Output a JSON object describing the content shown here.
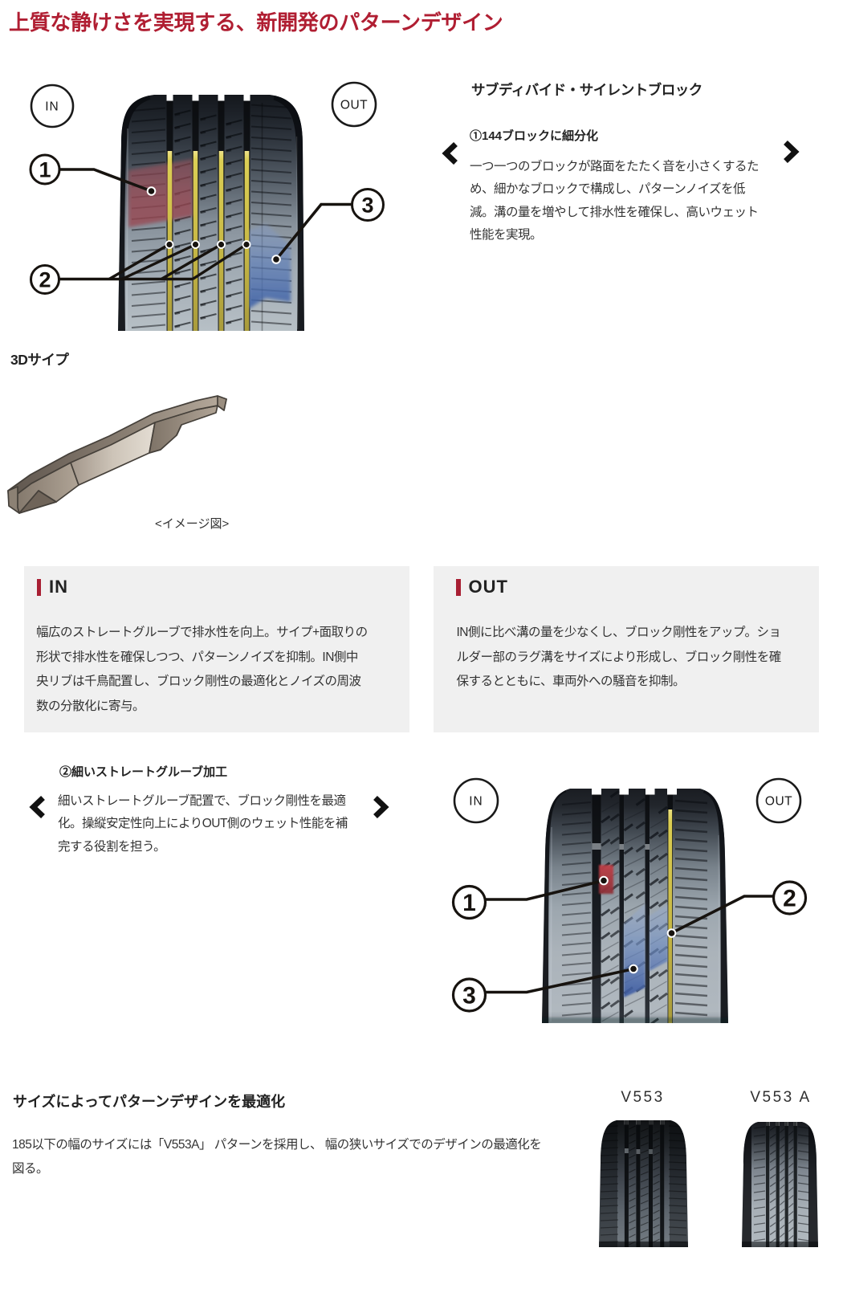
{
  "colors": {
    "accent_red": "#b01e32",
    "bar_red": "#a81f33",
    "box_gray": "#f0f0f0",
    "text_dark": "#222222",
    "text_body": "#333333",
    "highlight_red_patch": "#a85560",
    "highlight_blue_patch": "#4a69a8",
    "highlight_yellow_groove": "#cdbf4a"
  },
  "title": "上質な静けさを実現する、新開発のパターンデザイン",
  "slide1": {
    "heading": "サブディバイド・サイレントブロック",
    "subheading": "①144ブロックに細分化",
    "body": "一つ一つのブロックが路面をたたく音を小さくするため、細かなブロックで構成し、パターンノイズを低減。溝の量を増やして排水性を確保し、高いウェット性能を実現。",
    "body_lines": [
      "一つ一つのブロックが路面をたたく音を小さくするた",
      "め、細かなブロックで構成し、パターンノイズを低",
      "減。溝の量を増やして排水性を確保し、高いウェット",
      "性能を実現。"
    ],
    "prev_icon": "chevron-left",
    "next_icon": "chevron-right"
  },
  "tire_diagram_1": {
    "in_label": "IN",
    "out_label": "OUT",
    "callout_1": "1",
    "callout_2": "2",
    "callout_3": "3"
  },
  "sipe": {
    "heading": "3Dサイプ",
    "caption": "<イメージ図>"
  },
  "boxes": {
    "in": {
      "label": "IN",
      "body": "幅広のストレートグルーブで排水性を向上。サイプ+面取りの形状で排水性を確保しつつ、パターンノイズを抑制。IN側中央リブは千鳥配置し、ブロック剛性の最適化とノイズの周波数の分散化に寄与。",
      "body_lines": [
        "幅広のストレートグルーブで排水性を向上。サイプ+面取りの",
        "形状で排水性を確保しつつ、パターンノイズを抑制。IN側中",
        "央リブは千鳥配置し、ブロック剛性の最適化とノイズの周波",
        "数の分散化に寄与。"
      ]
    },
    "out": {
      "label": "OUT",
      "body": "IN側に比べ溝の量を少なくし、ブロック剛性をアップ。ショルダー部のラグ溝をサイズにより形成し、ブロック剛性を確保するとともに、車両外への騒音を抑制。",
      "body_lines": [
        "IN側に比べ溝の量を少なくし、ブロック剛性をアップ。ショ",
        "ルダー部のラグ溝をサイズにより形成し、ブロック剛性を確",
        "保するとともに、車両外への騒音を抑制。"
      ]
    }
  },
  "slide2": {
    "subheading": "②細いストレートグルーブ加工",
    "body": "細いストレートグルーブ配置で、ブロック剛性を最適化。操縦安定性向上によりOUT側のウェット性能を補完する役割を担う。",
    "body_lines": [
      "細いストレートグルーブ配置で、ブロック剛性を最適",
      "化。操縦安定性向上によりOUT側のウェット性能を補",
      "完する役割を担う。"
    ],
    "prev_icon": "chevron-left",
    "next_icon": "chevron-right"
  },
  "tire_diagram_2": {
    "in_label": "IN",
    "out_label": "OUT",
    "callout_1": "1",
    "callout_2": "2",
    "callout_3": "3"
  },
  "bottom": {
    "heading": "サイズによってパターンデザインを最適化",
    "body": "185以下の幅のサイズには「V553A」 パターンを採用し、 幅の狭いサイズでのデザインの最適化を図る。",
    "body_lines": [
      "185以下の幅のサイズには「V553A」 パターンを採用し、 幅の狭いサイズでのデザインの最適化を",
      "図る。"
    ],
    "variant_1": "V553",
    "variant_2": "V553 A"
  }
}
